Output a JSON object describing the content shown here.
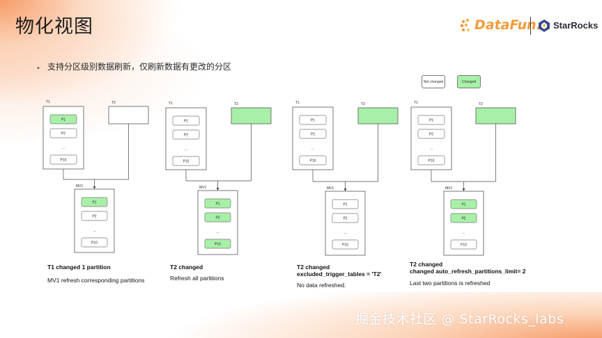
{
  "page": {
    "title": "物化视图",
    "bullet": "支持分区级别数据刷新，仅刷新数据有更改的分区",
    "watermark": "掘金技术社区 @ StarRocks_labs"
  },
  "logos": {
    "datafun": "DataFun.",
    "starrocks": "StarRocks"
  },
  "legend": {
    "not_changed": "Not changed",
    "changed": "Changed"
  },
  "colors": {
    "changed_fill": "#a8f0a8",
    "border": "#555555",
    "accent_orange": "#f39a3a"
  },
  "scenarios": [
    {
      "t1_label": "T1",
      "t2_label": "T2",
      "mv_label": "MV1",
      "t1_partitions": [
        {
          "label": "P1",
          "changed": true
        },
        {
          "label": "P2",
          "changed": false
        },
        {
          "label": "...",
          "changed": false
        },
        {
          "label": "P10",
          "changed": false
        }
      ],
      "t2_changed": false,
      "mv_partitions": [
        {
          "label": "P1",
          "changed": true
        },
        {
          "label": "P2",
          "changed": false
        },
        {
          "label": "...",
          "changed": false
        },
        {
          "label": "P10",
          "changed": false
        }
      ],
      "caption_head": [
        "T1 changed 1 partition"
      ],
      "caption_desc": "MV1 refresh corresponding partitions"
    },
    {
      "t1_label": "T1",
      "t2_label": "T2",
      "mv_label": "MV1",
      "t1_partitions": [
        {
          "label": "P1",
          "changed": false
        },
        {
          "label": "P2",
          "changed": false
        },
        {
          "label": "...",
          "changed": false
        },
        {
          "label": "P10",
          "changed": false
        }
      ],
      "t2_changed": true,
      "mv_partitions": [
        {
          "label": "P1",
          "changed": true
        },
        {
          "label": "P2",
          "changed": true
        },
        {
          "label": "...",
          "changed": false
        },
        {
          "label": "P10",
          "changed": true
        }
      ],
      "caption_head": [
        "T2 changed"
      ],
      "caption_desc": "Refresh all partitions"
    },
    {
      "t1_label": "T1",
      "t2_label": "T2",
      "mv_label": "MV1",
      "t1_partitions": [
        {
          "label": "P1",
          "changed": false
        },
        {
          "label": "P2",
          "changed": false
        },
        {
          "label": "...",
          "changed": false
        },
        {
          "label": "P10",
          "changed": false
        }
      ],
      "t2_changed": true,
      "mv_partitions": [
        {
          "label": "P1",
          "changed": false
        },
        {
          "label": "P2",
          "changed": false
        },
        {
          "label": "...",
          "changed": false
        },
        {
          "label": "P10",
          "changed": false
        }
      ],
      "caption_head": [
        "T2 changed",
        "excluded_trigger_tables = 'T2'"
      ],
      "caption_desc": "No data refreshed."
    },
    {
      "t1_label": "T1",
      "t2_label": "T2",
      "mv_label": "MV1",
      "t1_partitions": [
        {
          "label": "P1",
          "changed": false
        },
        {
          "label": "P2",
          "changed": false
        },
        {
          "label": "...",
          "changed": false
        },
        {
          "label": "P10",
          "changed": false
        }
      ],
      "t2_changed": true,
      "mv_partitions": [
        {
          "label": "P1",
          "changed": true
        },
        {
          "label": "P2",
          "changed": true
        },
        {
          "label": "...",
          "changed": false
        },
        {
          "label": "P10",
          "changed": false
        }
      ],
      "caption_head": [
        "T2 changed",
        "changed auto_refresh_partitions_limit= 2"
      ],
      "caption_desc": "Last two partitions is refreshed"
    }
  ]
}
